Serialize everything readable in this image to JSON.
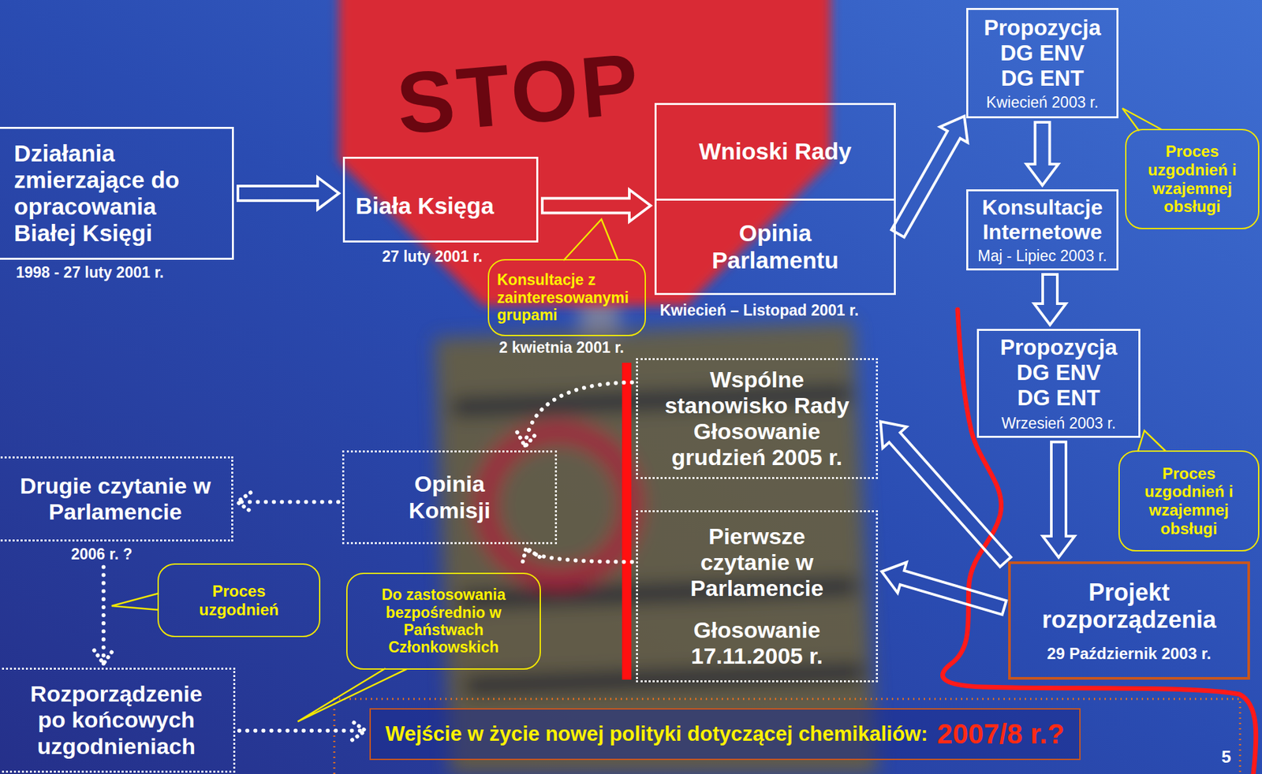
{
  "diagram": {
    "nodes": [
      {
        "text": [
          "Działania zmierzające do opracowania Białej Księgi",
          "1998 - 27 luty 2001 r."
        ]
      },
      {
        "text": [
          "Biała Księga",
          "27 luty 2001 r."
        ]
      },
      {
        "text": [
          "Kwiecień – Listopad 2001 r."
        ]
      },
      {
        "text": [
          "Wnioski Rady"
        ],
        "in": 2
      },
      {
        "text": [
          "Opinia Parlamentu"
        ],
        "in": 2
      },
      {
        "text": [
          "Propozycja DG ENV DG ENT",
          "Kwiecień 2003 r."
        ]
      },
      {
        "text": [
          "Konsultacje Internetowe",
          "Maj - Lipiec 2003 r."
        ]
      },
      {
        "text": [
          "Propozycja DG ENV DG ENT",
          "Wrzesień 2003 r."
        ]
      },
      {
        "text": [
          "Projekt rozporządzenia",
          "29 Październik 2003 r."
        ]
      },
      {
        "text": [
          "Wspólne stanowisko Rady Głosowanie grudzień 2005 r."
        ]
      },
      {
        "text": [
          "Pierwsze czytanie w Parlamencie",
          "Głosowanie 17.11.2005 r."
        ]
      },
      {
        "text": [
          "Opinia Komisji"
        ]
      },
      {
        "text": [
          "Drugie czytanie w Parlamencie",
          "2006 r. ?"
        ]
      },
      {
        "text": [
          "Rozporządzenie po końcowych uzgodnieniach"
        ]
      },
      {
        "text": [
          "Wejście w życie nowej polityki dotyczącej chemikaliów:",
          "2007/8 r.?"
        ]
      },
      {
        "text": [
          "Konsultacje z zainteresowanymi grupami",
          "2 kwietnia 2001 r."
        ]
      },
      {
        "text": [
          "Proces uzgodnień i wzajemnej obsługi"
        ]
      },
      {
        "text": [
          "Proces uzgodnień i wzajemnej obsługi"
        ]
      },
      {
        "text": [
          "Proces uzgodnień"
        ]
      },
      {
        "text": [
          "Do zastosowania bezpośrednio w Państwach Członkowskich"
        ]
      }
    ],
    "edges": [
      {
        "from": 0,
        "to": 1,
        "arrow": "to"
      },
      {
        "from": 1,
        "to": 2,
        "arrow": "to"
      },
      {
        "from": 2,
        "to": 5,
        "arrow": "to"
      },
      {
        "from": 5,
        "to": 6,
        "arrow": "to"
      },
      {
        "from": 6,
        "to": 7,
        "arrow": "to"
      },
      {
        "from": 7,
        "to": 8,
        "arrow": "to"
      },
      {
        "from": 8,
        "to": 9,
        "arrow": "to"
      },
      {
        "from": 8,
        "to": 10,
        "arrow": "to"
      },
      {
        "from": 9,
        "to": 11,
        "arrow": "to"
      },
      {
        "from": 10,
        "to": 11,
        "arrow": "to"
      },
      {
        "from": 11,
        "to": 12,
        "arrow": "to"
      },
      {
        "from": 12,
        "to": 13,
        "arrow": "to"
      },
      {
        "from": 13,
        "to": 14,
        "arrow": "to"
      }
    ],
    "labels": [
      "STOP",
      "5"
    ]
  }
}
